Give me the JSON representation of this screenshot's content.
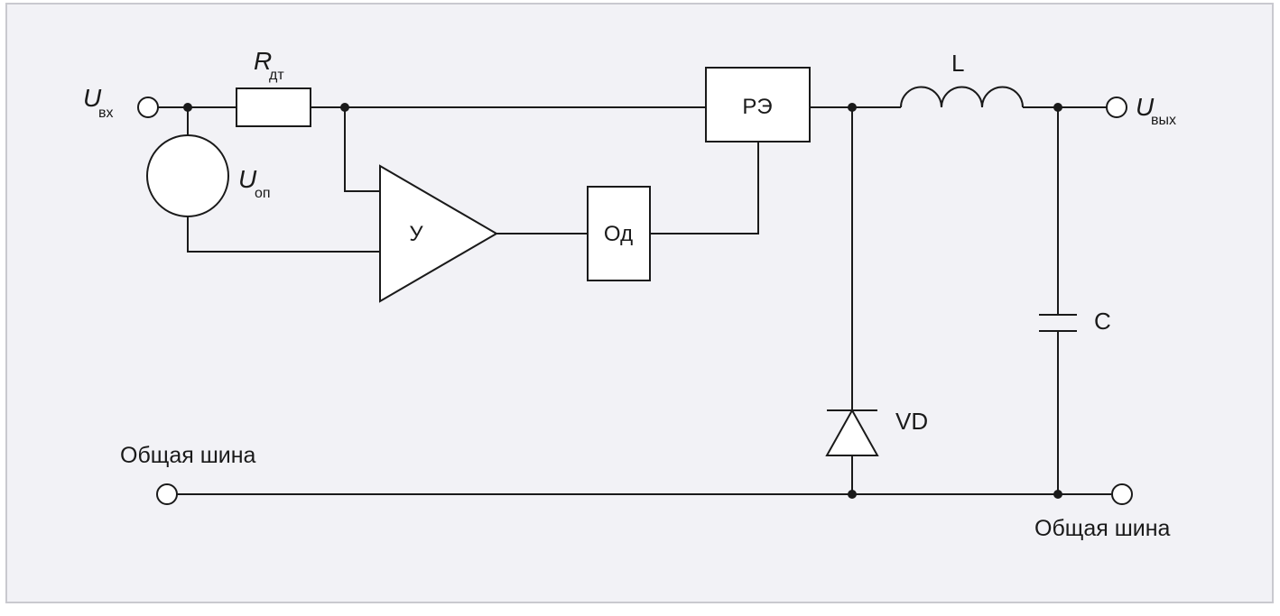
{
  "colors": {
    "background": "#f2f2f6",
    "frame": "#c9c9cf",
    "line": "#1a1a1a"
  },
  "labels": {
    "u_in": {
      "main": "U",
      "sub": "вх"
    },
    "u_out": {
      "main": "U",
      "sub": "вых"
    },
    "u_ref": {
      "main": "U",
      "sub": "оп"
    },
    "r_sense": {
      "main": "R",
      "sub": "дт"
    },
    "inductor": "L",
    "capacitor": "C",
    "diode": "VD",
    "control_element": "РЭ",
    "amplifier": "У",
    "one_shot": "Од",
    "common_bus_left": "Общая шина",
    "common_bus_right": "Общая шина"
  }
}
